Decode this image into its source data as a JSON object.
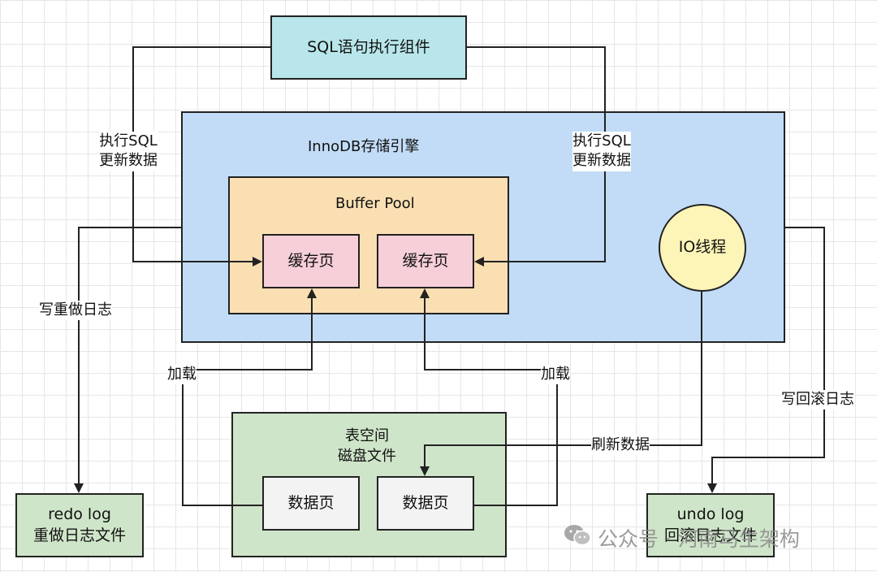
{
  "sql_component": "SQL语句执行组件",
  "innodb": {
    "title": "InnoDB存储引擎"
  },
  "buffer_pool": {
    "title": "Buffer Pool",
    "cache_page_left": "缓存页",
    "cache_page_right": "缓存页"
  },
  "io_thread": "IO线程",
  "tablespace": {
    "title_line1": "表空间",
    "title_line2": "磁盘文件",
    "data_page_left": "数据页",
    "data_page_right": "数据页"
  },
  "redo_log": {
    "line1": "redo log",
    "line2": "重做日志文件"
  },
  "undo_log": {
    "line1": "undo log",
    "line2": "回滚日志文件"
  },
  "labels": {
    "exec_sql_left_line1": "执行SQL",
    "exec_sql_left_line2": "更新数据",
    "exec_sql_right_line1": "执行SQL",
    "exec_sql_right_line2": "更新数据",
    "write_redo": "写重做日志",
    "load_left": "加载",
    "load_right": "加载",
    "flush_data": "刷新数据",
    "write_undo": "写回滚日志"
  },
  "watermark": "公众号 · 河南马生架构",
  "colors": {
    "sql_component": "#b8e6ea",
    "innodb": "#c2dcf7",
    "buffer_pool": "#fadfb3",
    "cache_page": "#f6cfd8",
    "io_thread": "#fdf5b8",
    "tablespace": "#cfe5c9",
    "data_page": "#f3f3f3",
    "log_file": "#cfe5c9"
  }
}
